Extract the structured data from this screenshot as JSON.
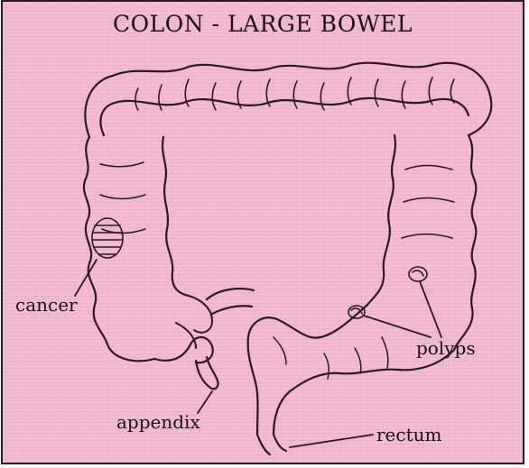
{
  "title": "COLON - LARGE BOWEL",
  "labels": {
    "cancer": "cancer",
    "polyps": "polyps",
    "appendix": "appendix",
    "rectum": "rectum"
  },
  "colors": {
    "background": "#f1b8cf",
    "ink": "#2a1a20"
  }
}
